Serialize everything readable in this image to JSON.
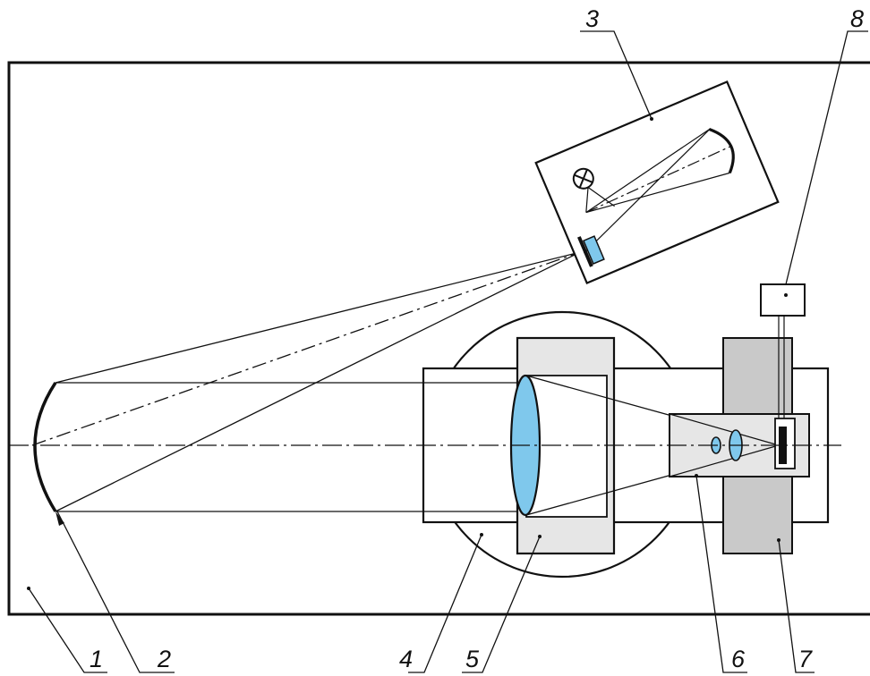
{
  "callouts": {
    "1": "1",
    "2": "2",
    "3": "3",
    "4": "4",
    "5": "5",
    "6": "6",
    "7": "7",
    "8": "8"
  },
  "colors": {
    "line": "#111111",
    "lens_blue": "#7fc8ec",
    "light_gray": "#e6e6e6",
    "mid_gray": "#c9c9c9",
    "background": "#ffffff"
  }
}
